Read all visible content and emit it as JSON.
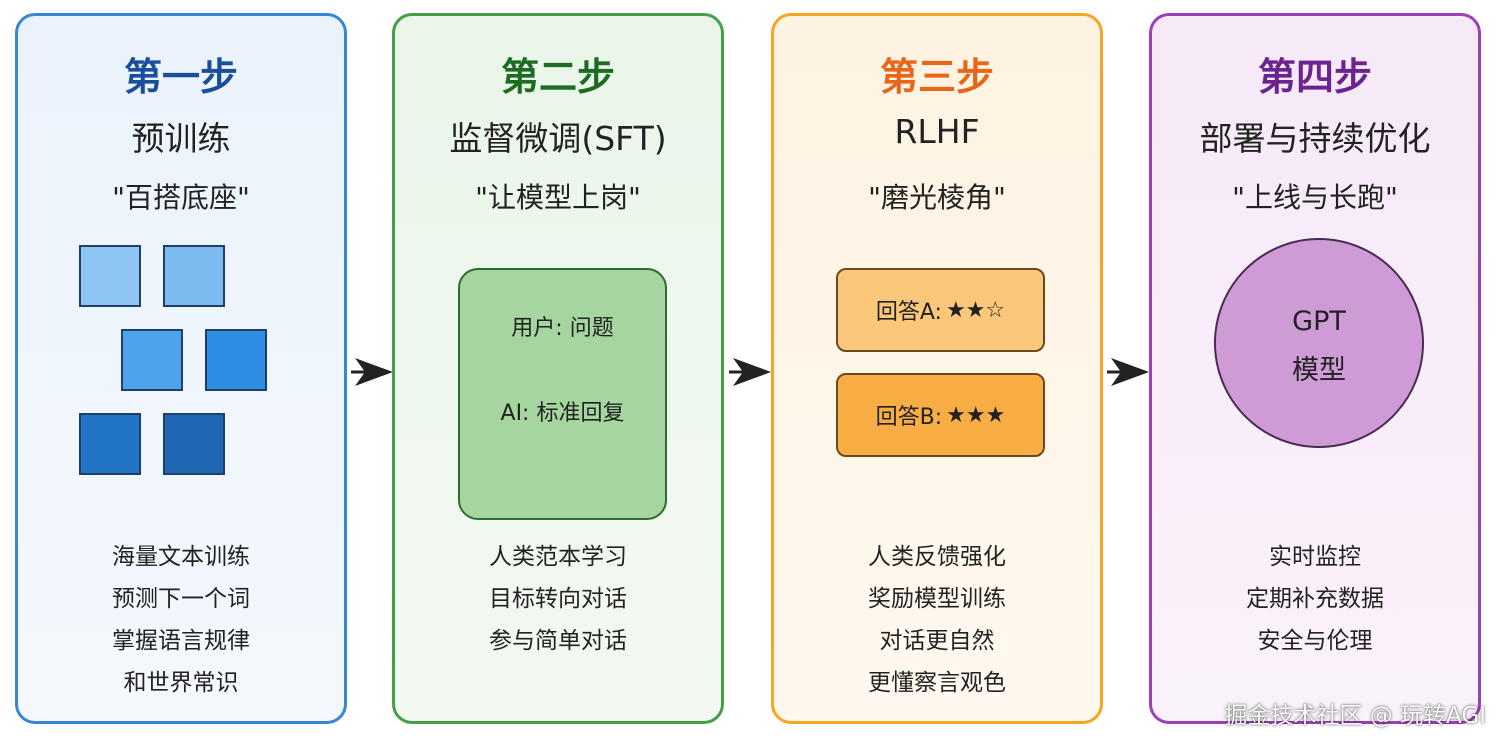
{
  "steps": [
    {
      "step_label": "第一步",
      "title": "预训练",
      "slogan": "\"百搭底座\"",
      "lines": [
        "海量文本训练",
        "预测下一个词",
        "掌握语言规律",
        "和世界常识"
      ]
    },
    {
      "step_label": "第二步",
      "title": "监督微调(SFT)",
      "slogan": "\"让模型上岗\"",
      "chat": {
        "user": "用户: 问题",
        "ai": "AI: 标准回复"
      },
      "lines": [
        "人类范本学习",
        "目标转向对话",
        "参与简单对话"
      ]
    },
    {
      "step_label": "第三步",
      "title": "RLHF",
      "slogan": "\"磨光棱角\"",
      "ratings": [
        {
          "label": "回答A:",
          "stars": "★★☆"
        },
        {
          "label": "回答B:",
          "stars": "★★★"
        }
      ],
      "lines": [
        "人类反馈强化",
        "奖励模型训练",
        "对话更自然",
        "更懂察言观色"
      ]
    },
    {
      "step_label": "第四步",
      "title": "部署与持续优化",
      "slogan": "\"上线与长跑\"",
      "model": {
        "line1": "GPT",
        "line2": "模型"
      },
      "lines": [
        "实时监控",
        "定期补充数据",
        "安全与伦理"
      ]
    }
  ],
  "watermark": "掘金技术社区 @ 玩转AGI",
  "colors": {
    "step1": "#1a4e9c",
    "step2": "#1e6b22",
    "step3": "#e8661a",
    "step4": "#6a2390",
    "square_gradient": [
      "#8ec5f2",
      "#7bbbef",
      "#4fa3ea",
      "#2e8ee3",
      "#2275c6",
      "#1f66b3"
    ],
    "sft_box": "#a5d6a0",
    "rating_a": "#fbc77a",
    "rating_b": "#f9ae45",
    "model_circle": "#cf9bd6"
  }
}
